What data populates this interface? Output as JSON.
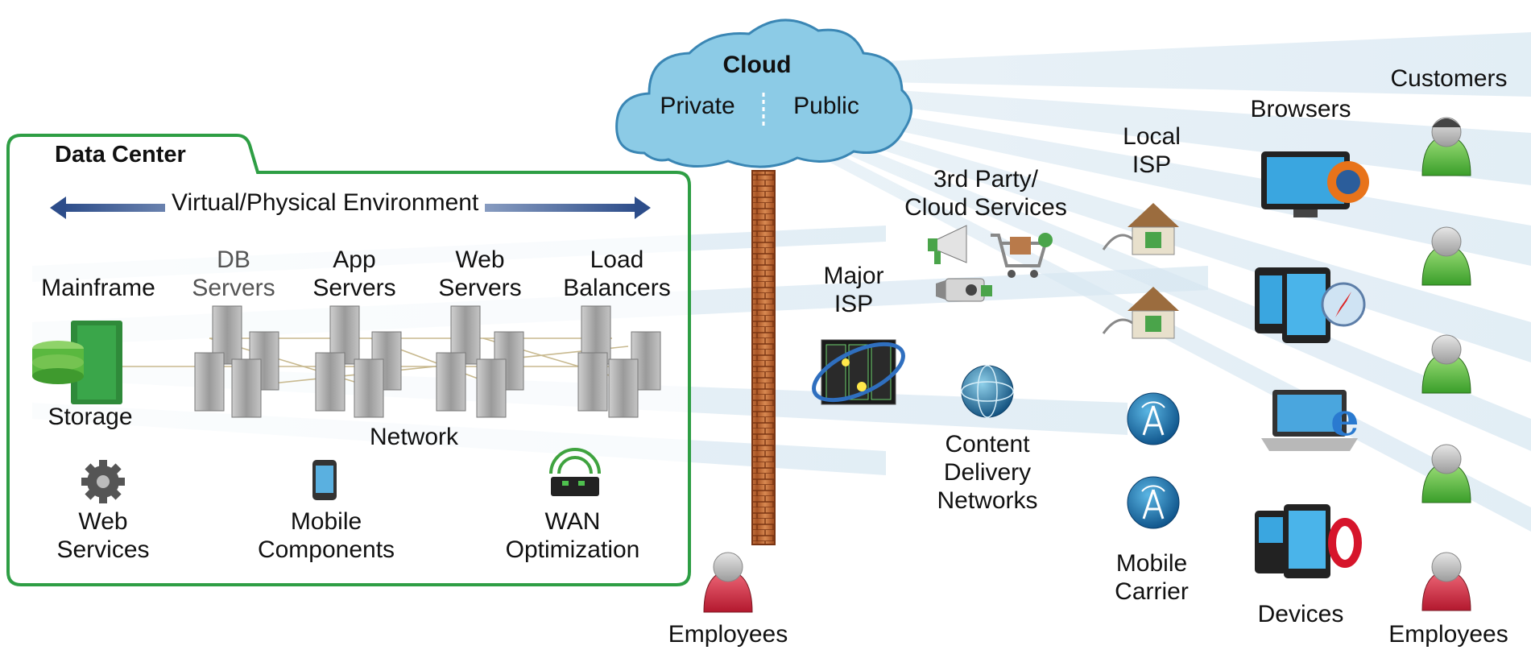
{
  "cloud": {
    "title": "Cloud",
    "private": "Private",
    "public": "Public"
  },
  "data_center": {
    "title": "Data Center",
    "environment": "Virtual/Physical Environment",
    "tiers": [
      {
        "line1": "Mainframe",
        "line2": ""
      },
      {
        "line1": "DB",
        "line2": "Servers"
      },
      {
        "line1": "App",
        "line2": "Servers"
      },
      {
        "line1": "Web",
        "line2": "Servers"
      },
      {
        "line1": "Load",
        "line2": "Balancers"
      }
    ],
    "storage": "Storage",
    "network": "Network",
    "components": [
      {
        "line1": "Web",
        "line2": "Services",
        "icon": "gear-icon"
      },
      {
        "line1": "Mobile",
        "line2": "Components",
        "icon": "smartphone-icon"
      },
      {
        "line1": "WAN",
        "line2": "Optimization",
        "icon": "wan-router-icon"
      }
    ]
  },
  "middle": {
    "employees": "Employees",
    "major_isp": {
      "line1": "Major",
      "line2": "ISP"
    },
    "third_party": {
      "line1": "3rd Party/",
      "line2": "Cloud Services"
    },
    "cdn": {
      "line1": "Content",
      "line2": "Delivery",
      "line3": "Networks"
    },
    "local_isp": {
      "line1": "Local",
      "line2": "ISP"
    },
    "mobile_carrier": {
      "line1": "Mobile",
      "line2": "Carrier"
    }
  },
  "right": {
    "browsers": "Browsers",
    "customers": "Customers",
    "devices": "Devices",
    "employees": "Employees"
  },
  "colors": {
    "green_border": "#2e9e44",
    "cloud_fill": "#8ccbe6",
    "cloud_stroke": "#3a86b4",
    "firewall": "#b5632e",
    "customer_green": "#5fc13f",
    "employee_red": "#c8213a",
    "arrow_blue": "#3d5d99",
    "beam": "#dceaf4"
  }
}
